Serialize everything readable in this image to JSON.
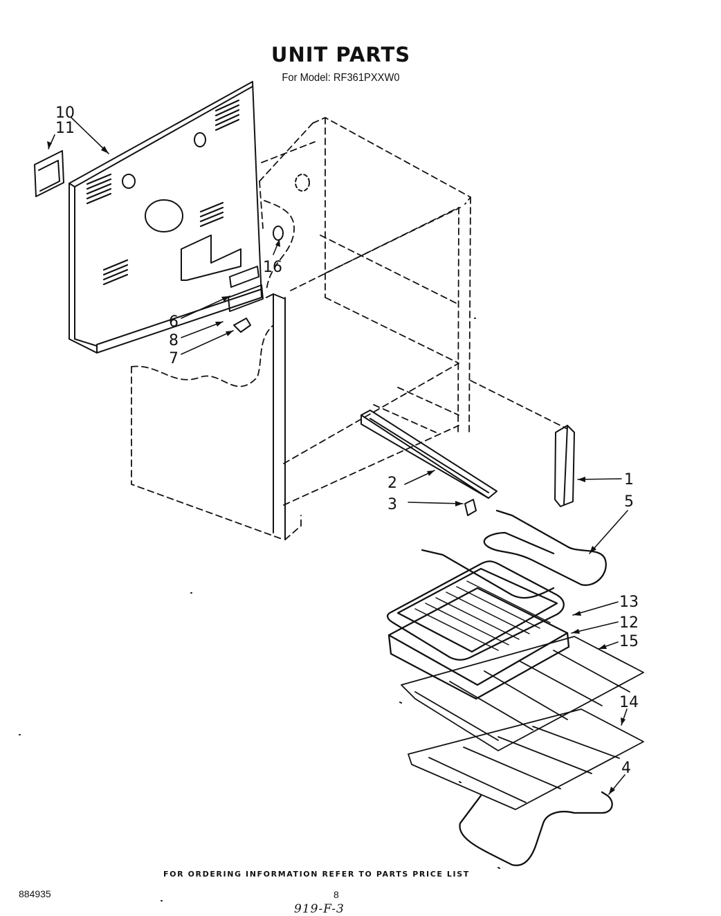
{
  "header": {
    "title": "UNIT PARTS",
    "subtitle": "For Model: RF361PXXW0"
  },
  "callouts": {
    "c1": "1",
    "c2": "2",
    "c3": "3",
    "c4": "4",
    "c5": "5",
    "c6": "6",
    "c7": "7",
    "c8": "8",
    "c10": "10",
    "c11": "11",
    "c12": "12",
    "c13": "13",
    "c14": "14",
    "c15": "15",
    "c16": "16"
  },
  "footer": {
    "note": "FOR ORDERING INFORMATION REFER TO PARTS PRICE LIST",
    "doc_number": "884935",
    "page_number": "8",
    "handwritten": "919-F-3"
  }
}
